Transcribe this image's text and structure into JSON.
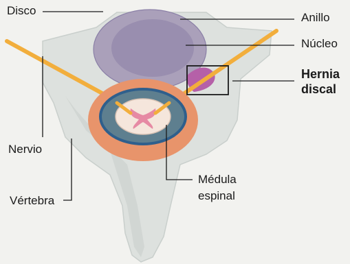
{
  "labels": {
    "disco": "Disco",
    "anillo": "Anillo",
    "nucleo": "Núcleo",
    "hernia_line1": "Hernia",
    "hernia_line2": "discal",
    "nervio": "Nervio",
    "vertebra": "Vértebra",
    "medula_line1": "Médula",
    "medula_line2": "espinal"
  },
  "colors": {
    "background": "#f2f2ef",
    "bone": "#dde1de",
    "bone_shadow": "#c9cfcc",
    "disc_ring": "#aaa0ba",
    "nucleus": "#8a7fa6",
    "hernia": "#b560a8",
    "nerve": "#f2ae3c",
    "body_ring": "#e8946b",
    "canal_outline": "#2f5f8c",
    "canal_fill": "#5e7f8f",
    "cord": "#f5e6dc",
    "grey_matter": "#e68aa4",
    "leader_line": "#1a1a1a"
  }
}
